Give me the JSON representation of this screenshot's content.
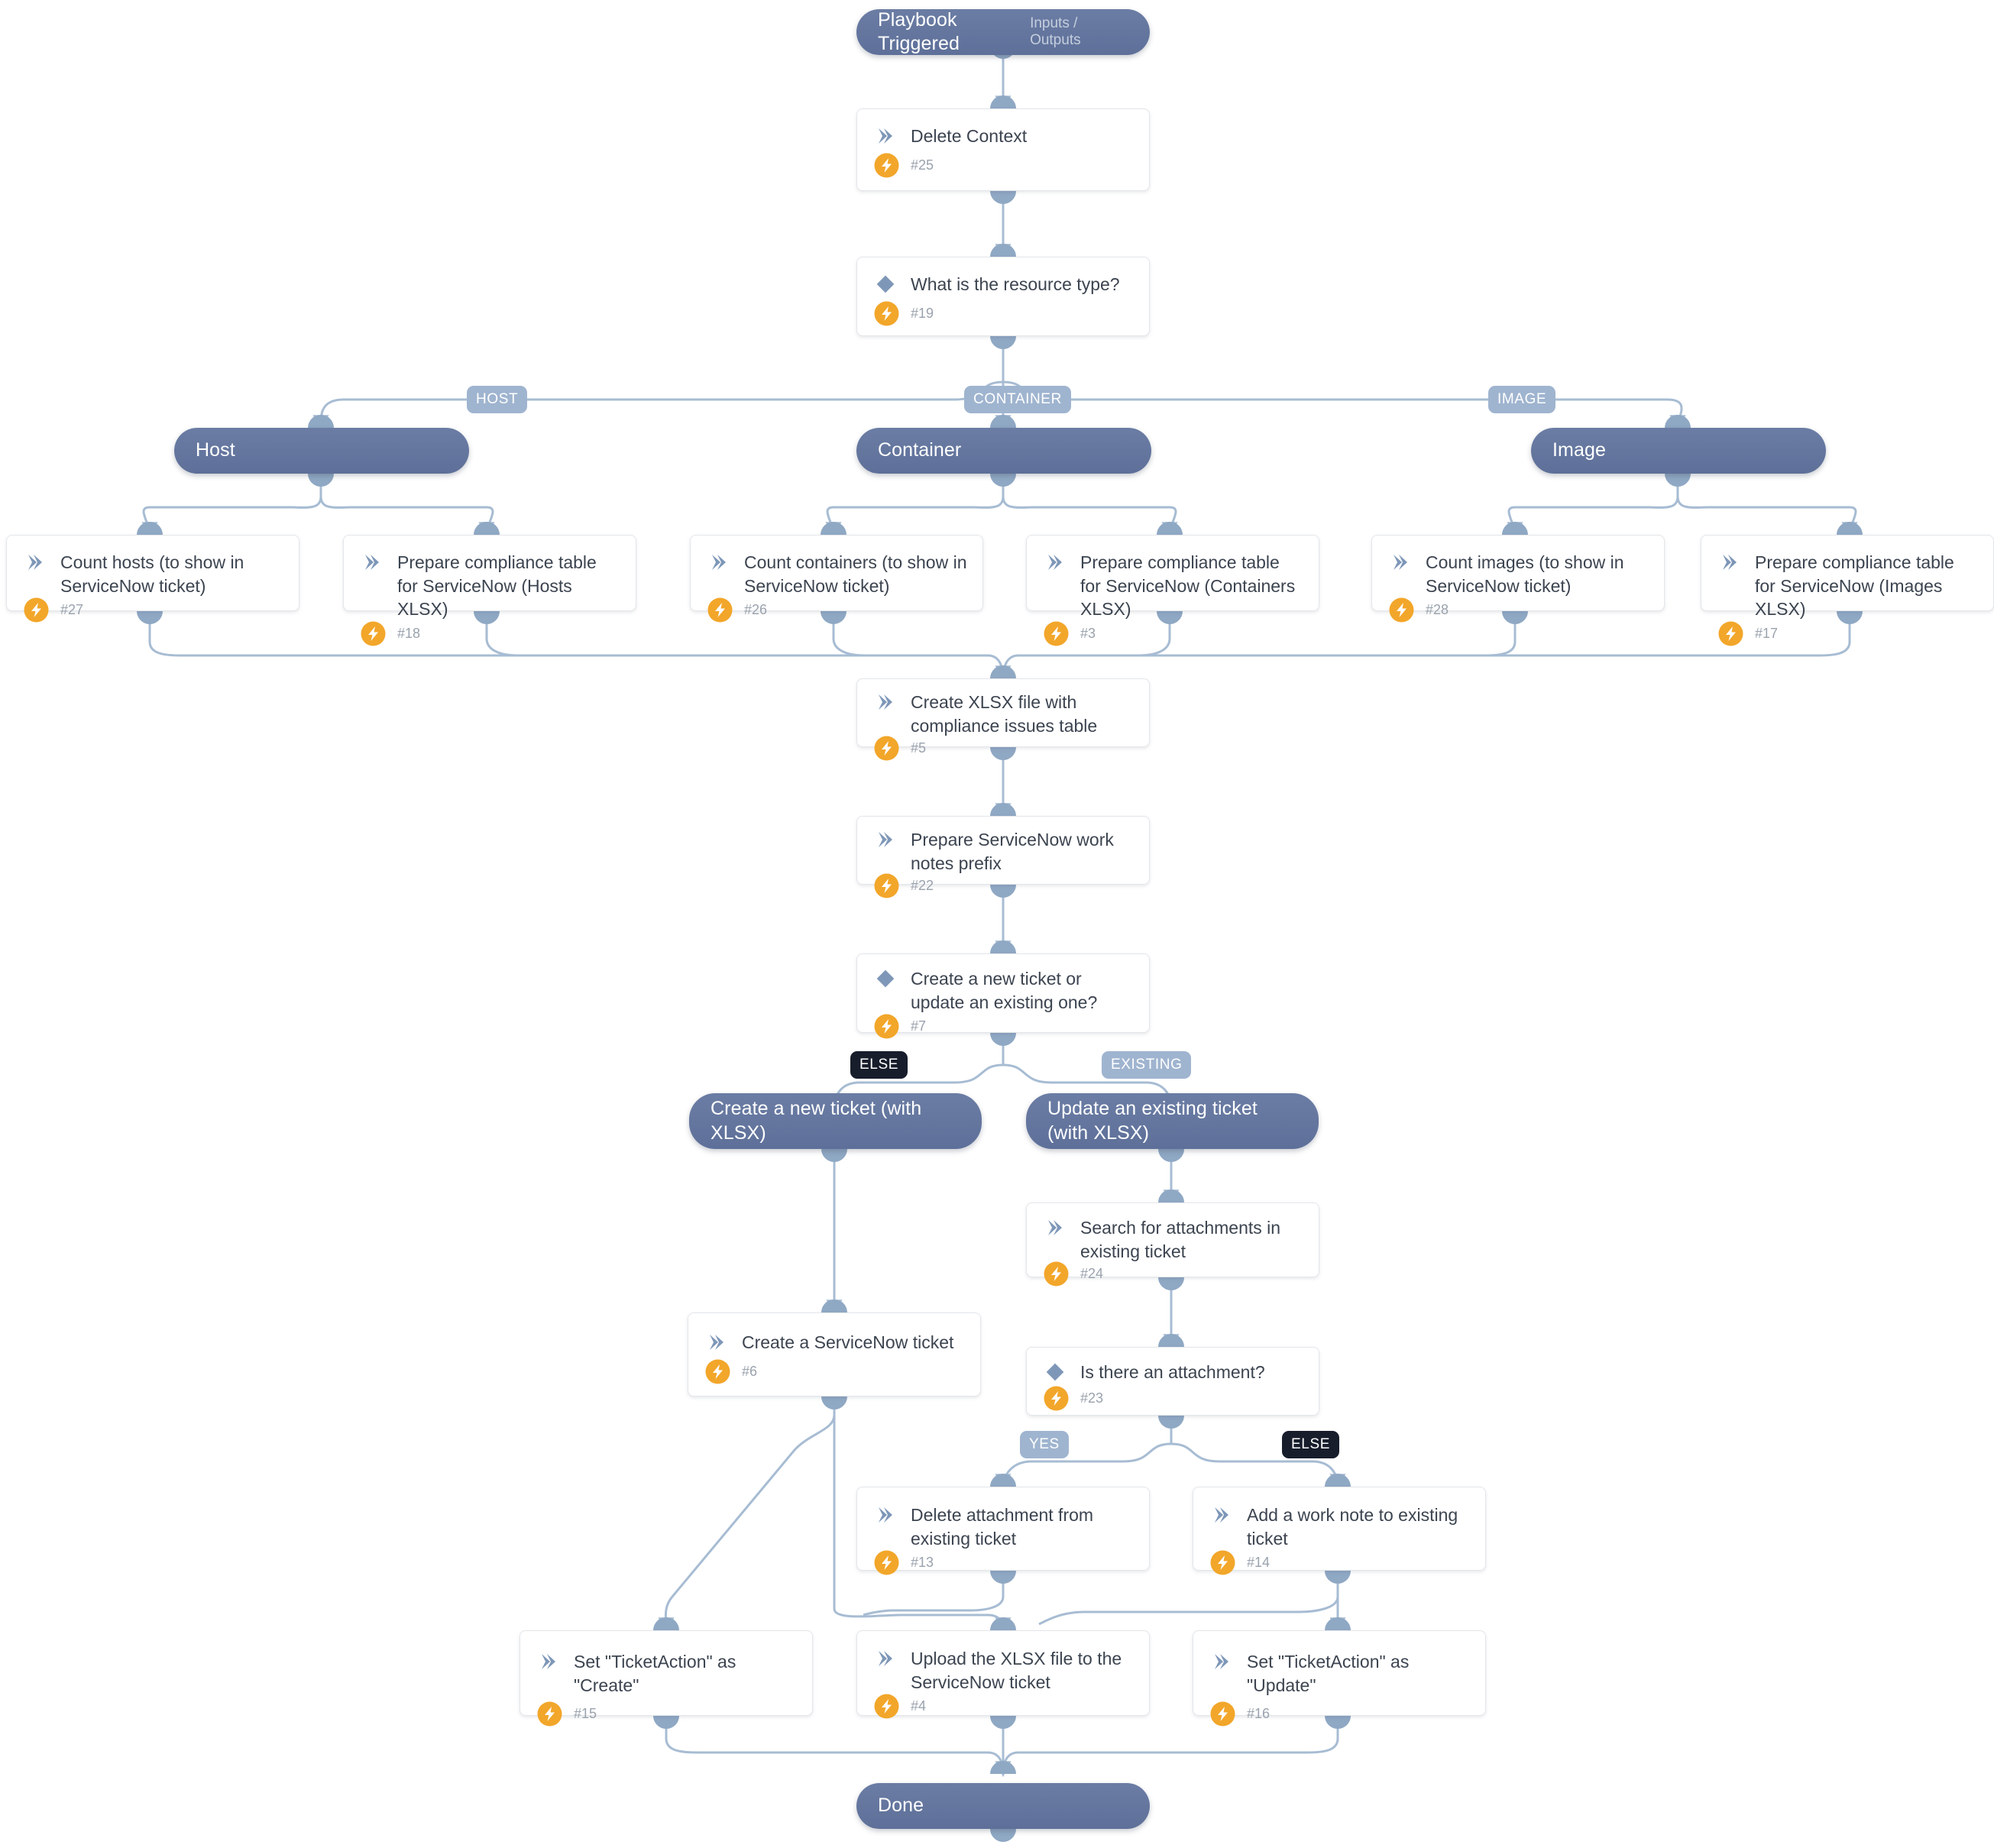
{
  "theme": {
    "section_fill": "#5e7099",
    "task_fill": "#ffffff",
    "wire_color": "#a7bcd3",
    "bolt_color": "#f2a62a",
    "label_blue": "#9fb4cf",
    "label_dark": "#171d2b",
    "title_text": "#3c4450",
    "num_text": "#9aa2ad"
  },
  "sections": [
    {
      "id": "trigger",
      "label": "Playbook Triggered",
      "sub": "Inputs / Outputs"
    },
    {
      "id": "host",
      "label": "Host",
      "sub": ""
    },
    {
      "id": "container",
      "label": "Container",
      "sub": ""
    },
    {
      "id": "image",
      "label": "Image",
      "sub": ""
    },
    {
      "id": "create_new",
      "label": "Create a new ticket (with XLSX)",
      "sub": ""
    },
    {
      "id": "update_ex",
      "label": "Update an existing ticket (with XLSX)",
      "sub": ""
    },
    {
      "id": "done",
      "label": "Done",
      "sub": ""
    }
  ],
  "tasks": [
    {
      "id": "t25",
      "title": "Delete Context",
      "num": "#25",
      "kind": "action"
    },
    {
      "id": "t19",
      "title": "What is the resource type?",
      "num": "#19",
      "kind": "condition"
    },
    {
      "id": "t27",
      "title": "Count hosts (to show in ServiceNow ticket)",
      "num": "#27",
      "kind": "action"
    },
    {
      "id": "t18",
      "title": "Prepare compliance table for ServiceNow (Hosts XLSX)",
      "num": "#18",
      "kind": "action"
    },
    {
      "id": "t26",
      "title": "Count containers (to show in ServiceNow ticket)",
      "num": "#26",
      "kind": "action"
    },
    {
      "id": "t3",
      "title": "Prepare compliance table for ServiceNow (Containers XLSX)",
      "num": "#3",
      "kind": "action"
    },
    {
      "id": "t28",
      "title": "Count images (to show in ServiceNow ticket)",
      "num": "#28",
      "kind": "action"
    },
    {
      "id": "t17",
      "title": "Prepare compliance table for ServiceNow (Images XLSX)",
      "num": "#17",
      "kind": "action"
    },
    {
      "id": "t5",
      "title": "Create XLSX file with compliance issues table",
      "num": "#5",
      "kind": "action"
    },
    {
      "id": "t22",
      "title": "Prepare ServiceNow work notes prefix",
      "num": "#22",
      "kind": "action"
    },
    {
      "id": "t7",
      "title": "Create a new ticket or update an existing one?",
      "num": "#7",
      "kind": "condition"
    },
    {
      "id": "t24",
      "title": "Search for attachments in existing ticket",
      "num": "#24",
      "kind": "action"
    },
    {
      "id": "t6",
      "title": "Create a ServiceNow ticket",
      "num": "#6",
      "kind": "action"
    },
    {
      "id": "t23",
      "title": "Is there an attachment?",
      "num": "#23",
      "kind": "condition"
    },
    {
      "id": "t13",
      "title": "Delete attachment from existing ticket",
      "num": "#13",
      "kind": "action"
    },
    {
      "id": "t14",
      "title": "Add a work note to existing ticket",
      "num": "#14",
      "kind": "action"
    },
    {
      "id": "t15",
      "title": "Set \"TicketAction\" as \"Create\"",
      "num": "#15",
      "kind": "action"
    },
    {
      "id": "t4",
      "title": "Upload the XLSX file to the ServiceNow ticket",
      "num": "#4",
      "kind": "action"
    },
    {
      "id": "t16",
      "title": "Set \"TicketAction\" as \"Update\"",
      "num": "#16",
      "kind": "action"
    }
  ],
  "branch_labels": [
    {
      "id": "bl_host",
      "text": "HOST",
      "style": "blue"
    },
    {
      "id": "bl_container",
      "text": "CONTAINER",
      "style": "blue"
    },
    {
      "id": "bl_image",
      "text": "IMAGE",
      "style": "blue"
    },
    {
      "id": "bl_else1",
      "text": "ELSE",
      "style": "dark"
    },
    {
      "id": "bl_existing",
      "text": "EXISTING",
      "style": "blue"
    },
    {
      "id": "bl_yes",
      "text": "YES",
      "style": "blue"
    },
    {
      "id": "bl_else2",
      "text": "ELSE",
      "style": "dark"
    }
  ]
}
